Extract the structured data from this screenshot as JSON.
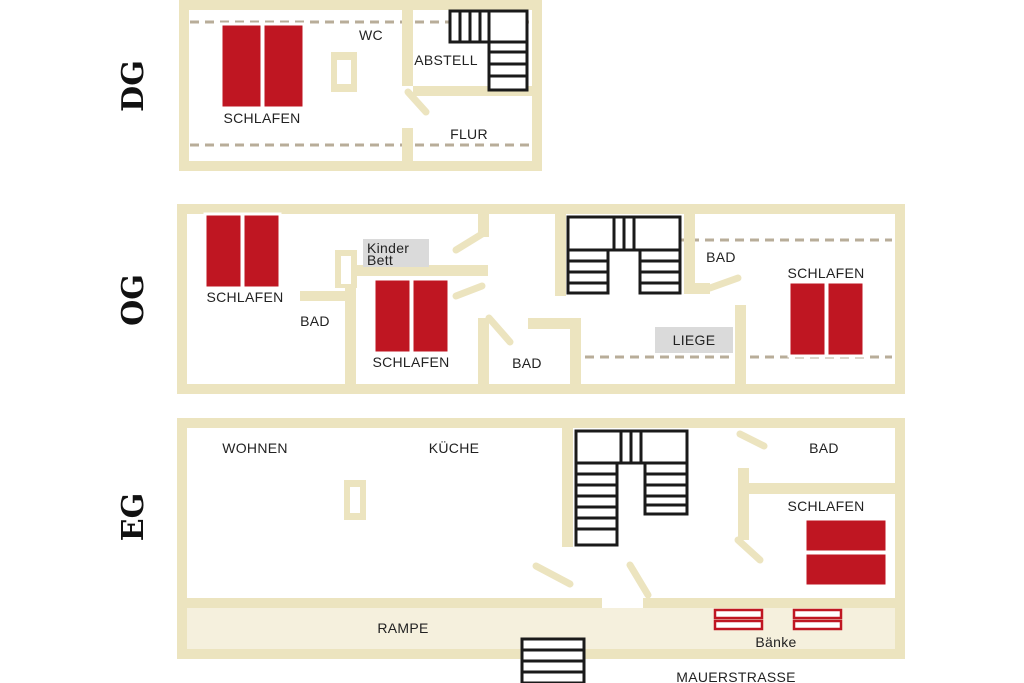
{
  "floors": {
    "dg": "DG",
    "og": "OG",
    "eg": "EG"
  },
  "rooms": {
    "dg_wc": "WC",
    "dg_abstell": "ABSTELL",
    "dg_schlafen": "SCHLAFEN",
    "dg_flur": "FLUR",
    "og_kinder_line1": "Kinder",
    "og_kinder_line2": "Bett",
    "og_schlafen_left": "SCHLAFEN",
    "og_bad_left": "BAD",
    "og_schlafen_mid": "SCHLAFEN",
    "og_bad_mid": "BAD",
    "og_bad_right": "BAD",
    "og_schlafen_right": "SCHLAFEN",
    "og_liege": "LIEGE",
    "eg_wohnen": "WOHNEN",
    "eg_kueche": "KÜCHE",
    "eg_bad": "BAD",
    "eg_schlafen": "SCHLAFEN",
    "eg_rampe": "RAMPE",
    "eg_baenke": "Bänke",
    "street": "MAUERSTRASSE"
  },
  "colors": {
    "wall": "#ece4bf",
    "bed": "#bf1622",
    "stair": "#1a1a1a",
    "dashed_line": "#b8ad99",
    "label_box": "#dadada"
  }
}
